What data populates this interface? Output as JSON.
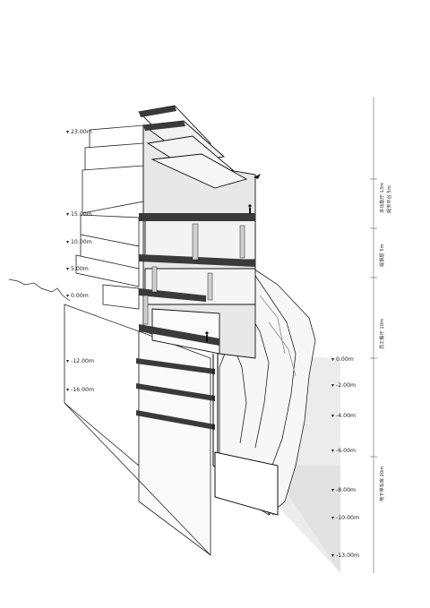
{
  "elevations_left": [
    "23.00m",
    "15.00m",
    "10.00m",
    "5.00m",
    "0.00m",
    "-12.00m",
    "-16.00m"
  ],
  "elevations_right": [
    "0.00m",
    "-2.00m",
    "-4.00m",
    "-6.00m",
    "-8.00m",
    "-10.00m",
    "-13.00m"
  ],
  "zone_labels": [
    "多功能厅 13m",
    "观天平台 5m",
    "观景层 5m",
    "员工餐厅 10m",
    "地下停车库 20m"
  ],
  "colors": {
    "slab": "#3a3a3a",
    "wall": "#e6e6e6",
    "shade": "#c9c9c9",
    "line": "#111111"
  }
}
